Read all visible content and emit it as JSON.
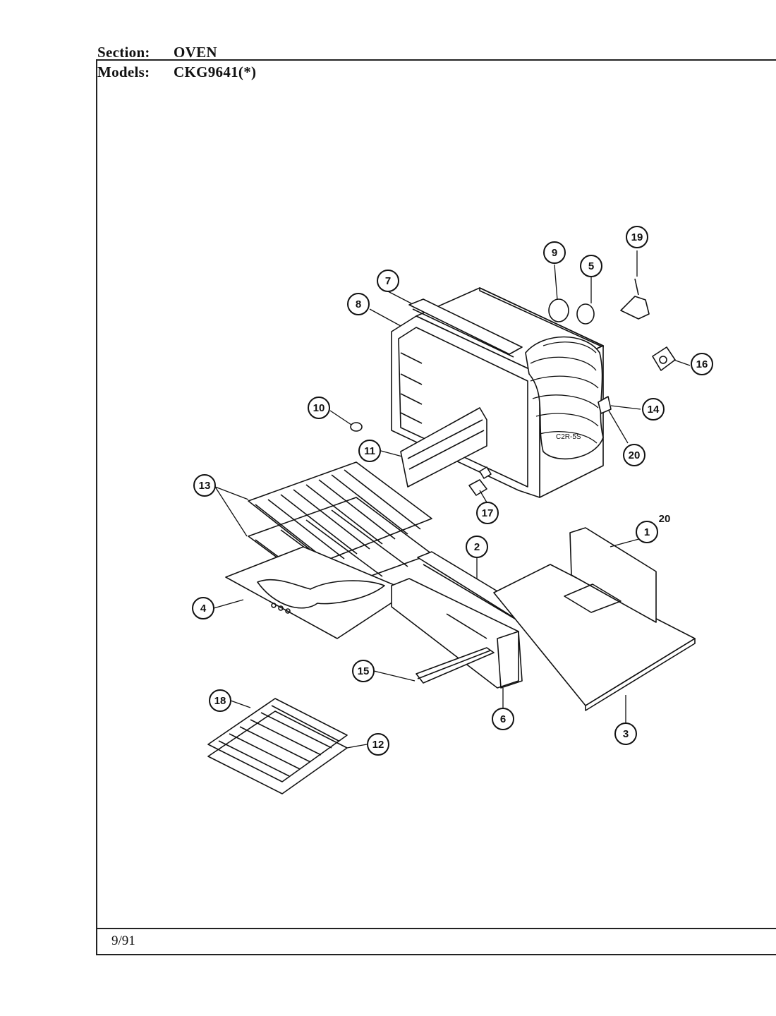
{
  "header": {
    "section_label": "Section:",
    "section_value": "OVEN",
    "models_label": "Models:",
    "models_value": "CKG9641(*)"
  },
  "footer": {
    "date": "9/91"
  },
  "diagram": {
    "stamp": "C2R-5S",
    "callouts": [
      "1",
      "2",
      "3",
      "4",
      "5",
      "6",
      "7",
      "8",
      "9",
      "10",
      "11",
      "12",
      "13",
      "14",
      "15",
      "16",
      "17",
      "18",
      "19",
      "20",
      "20"
    ]
  }
}
